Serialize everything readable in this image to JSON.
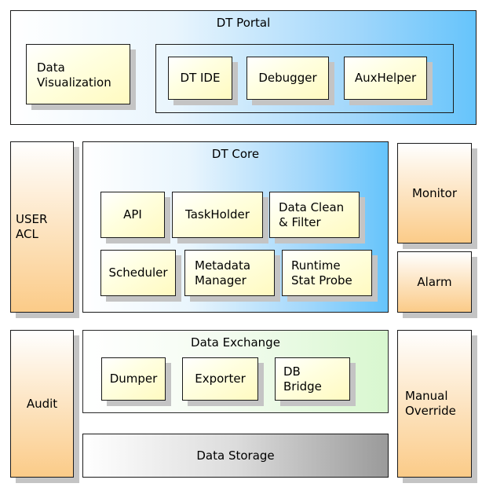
{
  "portal": {
    "title": "DT Portal",
    "data_visualization": "Data\nVisualization",
    "dt_ide": "DT IDE",
    "debugger": "Debugger",
    "auxhelper": "AuxHelper"
  },
  "core": {
    "title": "DT Core",
    "api": "API",
    "taskholder": "TaskHolder",
    "data_clean": "Data Clean\n& Filter",
    "scheduler": "Scheduler",
    "metadata_manager": "Metadata\nManager",
    "runtime_stat_probe": "Runtime\nStat Probe"
  },
  "side": {
    "user_acl": "USER\nACL",
    "monitor": "Monitor",
    "alarm": "Alarm",
    "audit": "Audit",
    "manual_override": "Manual\nOverride"
  },
  "exchange": {
    "title": "Data Exchange",
    "dumper": "Dumper",
    "exporter": "Exporter",
    "db_bridge": "DB\nBridge"
  },
  "storage": {
    "title": "Data Storage"
  },
  "colors": {
    "portal_blue": "#66c4fb",
    "exchange_green": "#d8f7cf",
    "side_orange": "#fbcb88",
    "module_yellow": "#fffac0",
    "storage_gray": "#9a9a9a"
  }
}
